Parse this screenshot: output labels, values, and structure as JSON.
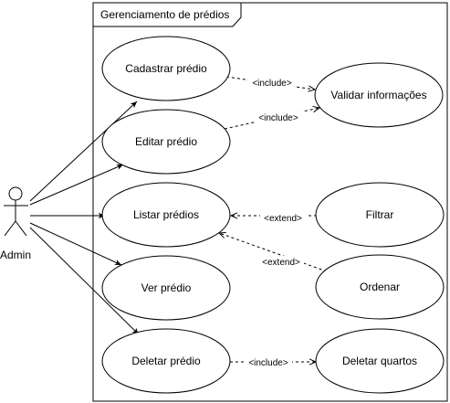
{
  "system": {
    "title": "Gerenciamento de prédios"
  },
  "actor": {
    "name": "Admin"
  },
  "use_cases": {
    "cadastrar": "Cadastrar prédio",
    "editar": "Editar prédio",
    "listar": "Listar prédios",
    "ver": "Ver prédio",
    "deletar": "Deletar prédio",
    "validar": "Validar informações",
    "filtrar": "Filtrar",
    "ordenar": "Ordenar",
    "deletar_quartos": "Deletar quartos"
  },
  "relations": {
    "include_cadastrar": "<include>",
    "include_editar": "<include>",
    "extend_filtrar": "<extend>",
    "extend_ordenar": "<extend>",
    "include_deletar": "<include>"
  },
  "colors": {
    "stroke": "#000000",
    "background": "#ffffff"
  }
}
